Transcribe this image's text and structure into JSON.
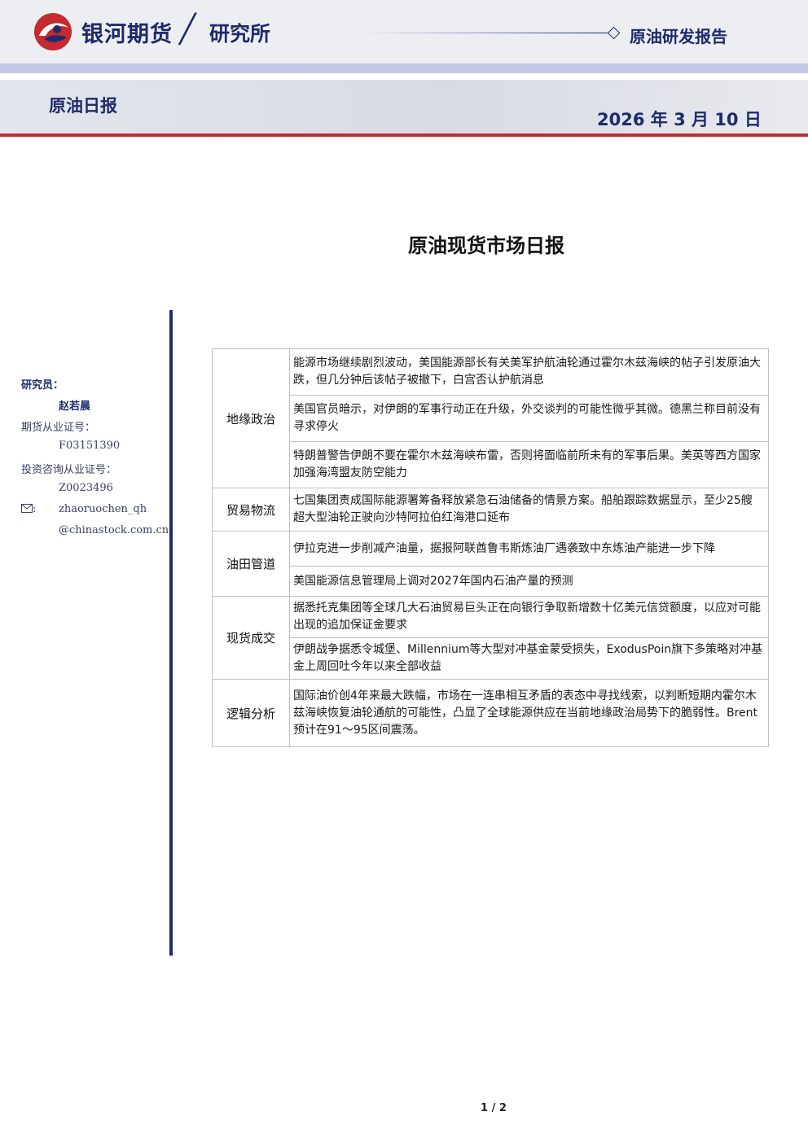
{
  "header": {
    "company": "银河期货",
    "slash": "╱",
    "department": "研究所",
    "report_type": "原油研发报告",
    "daily_title": "原油日报",
    "date": "2026 年 3 月 10 日"
  },
  "title": "原油现货市场日报",
  "sidebar": {
    "researcher_label": "研究员：",
    "researcher_name": "赵若晨",
    "futures_cert_label": "期货从业证号：",
    "futures_cert": "F03151390",
    "consult_cert_label": "投资咨询从业证号：",
    "consult_cert": "Z0023496",
    "email_label": ":",
    "email_line1": "zhaoruochen_qh",
    "email_line2": "@chinastock.com.cn"
  },
  "table": {
    "rows": [
      {
        "category": "地缘政治",
        "items": [
          "能源市场继续剧烈波动，美国能源部长有关美军护航油轮通过霍尔木兹海峡的帖子引发原油大跌，但几分钟后该帖子被撤下，白宫否认护航消息",
          "美国官员暗示，对伊朗的军事行动正在升级，外交谈判的可能性微乎其微。德黑兰称目前没有寻求停火",
          "特朗普警告伊朗不要在霍尔木兹海峡布雷，否则将面临前所未有的军事后果。美英等西方国家加强海湾盟友防空能力"
        ]
      },
      {
        "category": "贸易物流",
        "items": [
          "七国集团责成国际能源署筹备释放紧急石油储备的情景方案。船舶跟踪数据显示，至少25艘超大型油轮正驶向沙特阿拉伯红海港口延布"
        ]
      },
      {
        "category": "油田管道",
        "items": [
          " 伊拉克进一步削减产油量，据报阿联酋鲁韦斯炼油厂遇袭致中东炼油产能进一步下降",
          "美国能源信息管理局上调对2027年国内石油产量的预测"
        ]
      },
      {
        "category": "现货成交",
        "items": [
          "据悉托克集团等全球几大石油贸易巨头正在向银行争取新增数十亿美元信贷额度，以应对可能出现的追加保证金要求",
          "伊朗战争据悉令城堡、Millennium等大型对冲基金蒙受损失，ExodusPoin旗下多策略对冲基金上周回吐今年以来全部收益"
        ]
      },
      {
        "category": "逻辑分析",
        "items": [
          "国际油价创4年来最大跌幅，市场在一连串相互矛盾的表态中寻找线索，以判断短期内霍尔木兹海峡恢复油轮通航的可能性，凸显了全球能源供应在当前地缘政治局势下的脆弱性。Brent预计在91～95区间震荡。"
        ]
      }
    ]
  },
  "page": "1 / 2"
}
